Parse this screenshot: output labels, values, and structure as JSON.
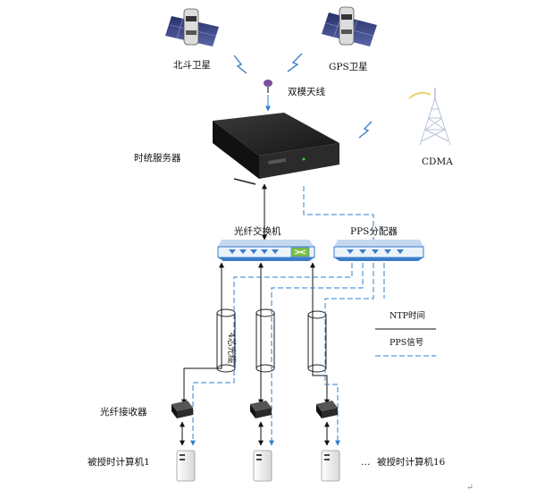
{
  "labels": {
    "beidou": "北斗卫星",
    "gps": "GPS卫星",
    "antenna": "双模天线",
    "time_server": "时统服务器",
    "cdma": "CDMA",
    "fiber_switch": "光纤交换机",
    "pps_distributor": "PPS分配器",
    "fiber_cable": "4芯光缆",
    "fiber_receiver": "光纤接收器",
    "computer_1": "被授时计算机1",
    "computer_16": "被授时计算机16",
    "ellipsis": "…",
    "return_mark": "↵"
  },
  "legend": {
    "ntp": "NTP时间",
    "pps": "PPS信号"
  },
  "colors": {
    "ntp_line": "#111111",
    "pps_line": "#2f7fcf",
    "device_blue": "#3a7dc9",
    "server_body": "#232323"
  }
}
